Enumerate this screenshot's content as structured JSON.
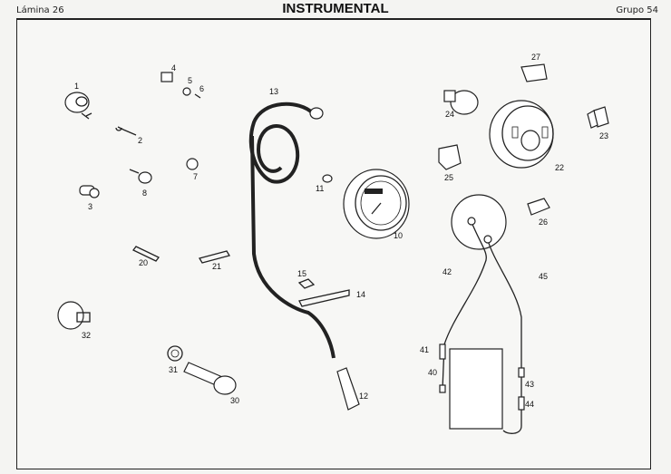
{
  "header": {
    "sheet": "Lámina 26",
    "title": "INSTRUMENTAL",
    "group": "Grupo 54"
  },
  "labels": {
    "n1": "1",
    "n2": "2",
    "n3": "3",
    "n4": "4",
    "n5": "5",
    "n6": "6",
    "n7": "7",
    "n8": "8",
    "n10": "10",
    "n11": "11",
    "n12": "12",
    "n13": "13",
    "n14": "14",
    "n15": "15",
    "n20": "20",
    "n21": "21",
    "n22": "22",
    "n23": "23",
    "n24": "24",
    "n25": "25",
    "n26": "26",
    "n27": "27",
    "n30": "30",
    "n31": "31",
    "n32": "32",
    "n40": "40",
    "n41": "41",
    "n42": "42",
    "n43": "43",
    "n44": "44",
    "n45": "45"
  }
}
